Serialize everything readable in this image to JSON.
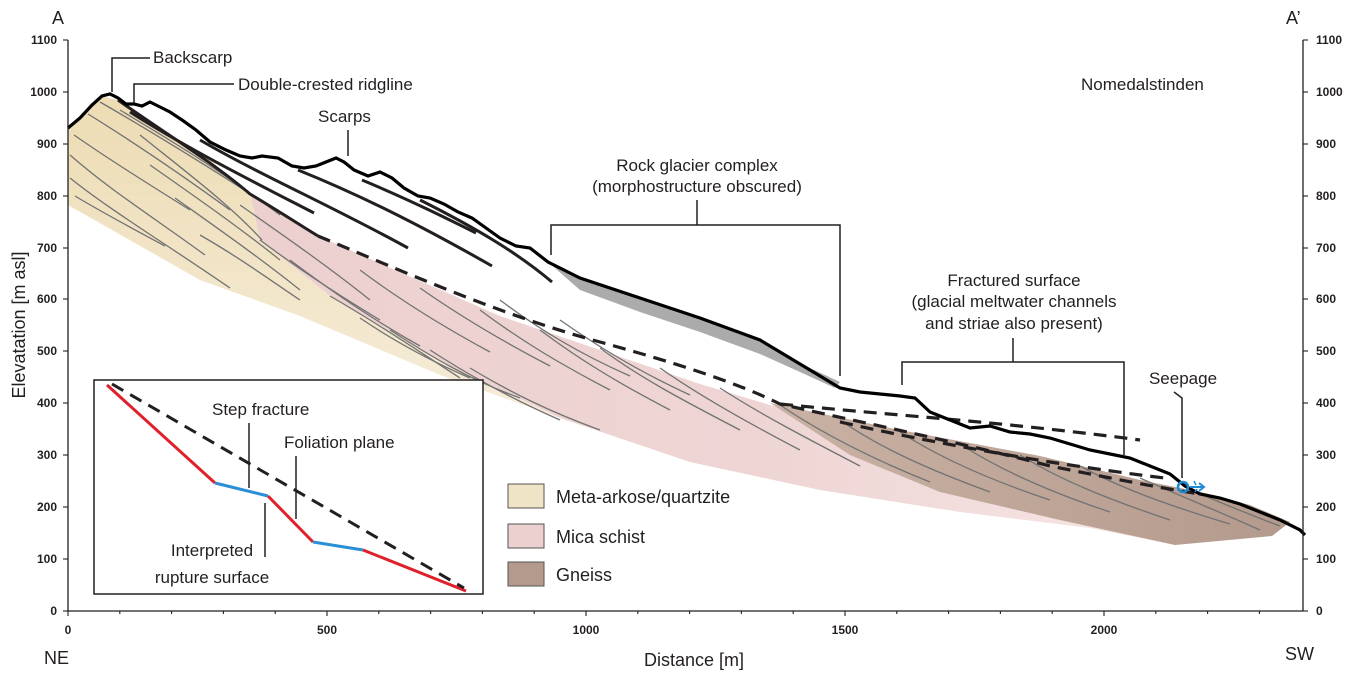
{
  "section": {
    "start_label": "A",
    "end_label": "A’",
    "left_direction": "NE",
    "right_direction": "SW",
    "location": "Nomedalstinden"
  },
  "axes": {
    "xlabel": "Distance [m]",
    "ylabel": "Elevatation [m asl]",
    "x_ticks": [
      "0",
      "500",
      "1000",
      "1500",
      "2000"
    ],
    "y_ticks": [
      "0",
      "100",
      "200",
      "300",
      "400",
      "500",
      "600",
      "700",
      "800",
      "900",
      "1000",
      "1100"
    ]
  },
  "annotations": {
    "backscarp": "Backscarp",
    "double_crested": "Double-crested ridgline",
    "scarps": "Scarps",
    "rock_glacier_line1": "Rock glacier complex",
    "rock_glacier_line2": "(morphostructure obscured)",
    "fractured_line1": "Fractured surface",
    "fractured_line2": "(glacial meltwater channels",
    "fractured_line3": "and striae also present)",
    "seepage": "Seepage"
  },
  "legend": {
    "items": [
      {
        "label": "Meta-arkose/quartzite",
        "color": "#efe4c6"
      },
      {
        "label": "Mica schist",
        "color": "#ecd0cf"
      },
      {
        "label": "Gneiss",
        "color": "#b39a8c"
      }
    ]
  },
  "inset": {
    "step_fracture": "Step fracture",
    "foliation_plane": "Foliation plane",
    "interpreted_line1": "Interpreted",
    "interpreted_line2": "rupture surface"
  },
  "colors": {
    "meta_arkose": "#efe4c6",
    "mica_schist": "#ecd0cf",
    "gneiss": "#b39a8c",
    "red_segment": "#e0202a",
    "blue_segment": "#2a8fd6",
    "seepage_icon": "#1f8ad4"
  }
}
